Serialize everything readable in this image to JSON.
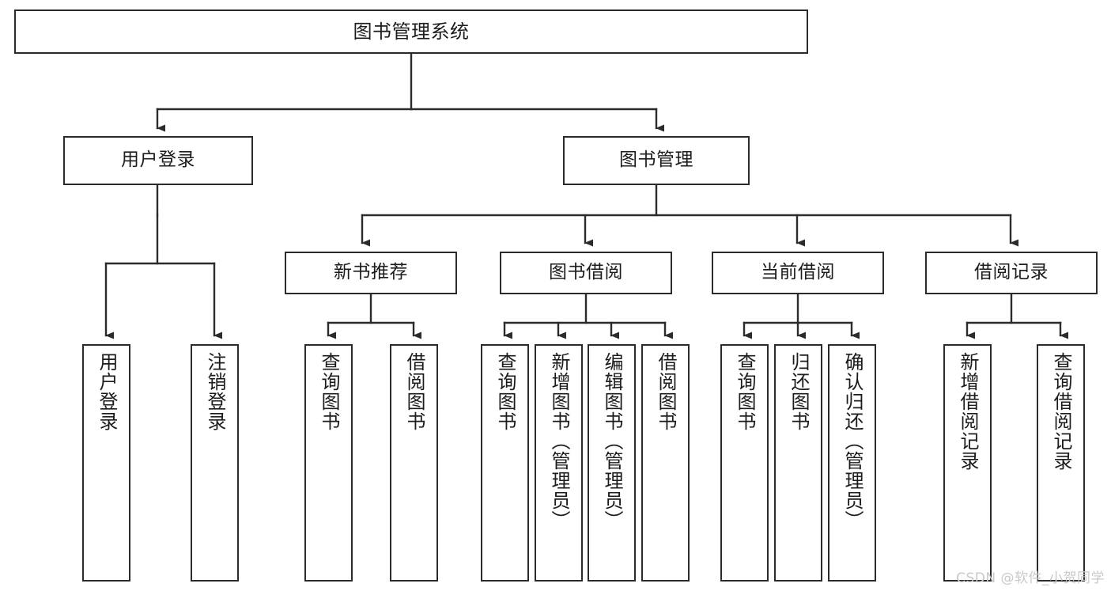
{
  "diagram": {
    "title": "图书管理系统",
    "type": "tree",
    "watermark": "CSDN @软件_小贺同学",
    "colors": {
      "stroke": "#2b2b2b",
      "fill": "#ffffff",
      "text": "#1c1c1c",
      "watermark": "#c9c9c9"
    },
    "nodes": {
      "root": {
        "label": "图书管理系统",
        "orientation": "horizontal"
      },
      "level1": [
        {
          "id": "user-login",
          "label": "用户登录",
          "orientation": "horizontal"
        },
        {
          "id": "book-manage",
          "label": "图书管理",
          "orientation": "horizontal"
        }
      ],
      "level2": [
        {
          "id": "new-book-recommend",
          "label": "新书推荐",
          "orientation": "horizontal"
        },
        {
          "id": "book-borrow",
          "label": "图书借阅",
          "orientation": "horizontal"
        },
        {
          "id": "current-borrow",
          "label": "当前借阅",
          "orientation": "horizontal"
        },
        {
          "id": "borrow-record",
          "label": "借阅记录",
          "orientation": "horizontal"
        }
      ],
      "leaves": [
        {
          "id": "leaf-user-login",
          "label": "用户登录",
          "parent": "user-login",
          "orientation": "vertical"
        },
        {
          "id": "leaf-logout-login",
          "label": "注销登录",
          "parent": "user-login",
          "orientation": "vertical"
        },
        {
          "id": "leaf-query-book-1",
          "label": "查询图书",
          "parent": "new-book-recommend",
          "orientation": "vertical"
        },
        {
          "id": "leaf-borrow-book-1",
          "label": "借阅图书",
          "parent": "new-book-recommend",
          "orientation": "vertical"
        },
        {
          "id": "leaf-query-book-2",
          "label": "查询图书",
          "parent": "book-borrow",
          "orientation": "vertical"
        },
        {
          "id": "leaf-add-book",
          "label": "新增图书（管理员）",
          "parent": "book-borrow",
          "orientation": "vertical"
        },
        {
          "id": "leaf-edit-book",
          "label": "编辑图书（管理员）",
          "parent": "book-borrow",
          "orientation": "vertical"
        },
        {
          "id": "leaf-borrow-book-2",
          "label": "借阅图书",
          "parent": "book-borrow",
          "orientation": "vertical"
        },
        {
          "id": "leaf-query-book-3",
          "label": "查询图书",
          "parent": "current-borrow",
          "orientation": "vertical"
        },
        {
          "id": "leaf-return-book",
          "label": "归还图书",
          "parent": "current-borrow",
          "orientation": "vertical"
        },
        {
          "id": "leaf-confirm-return",
          "label": "确认归还（管理员）",
          "parent": "current-borrow",
          "orientation": "vertical"
        },
        {
          "id": "leaf-add-record",
          "label": "新增借阅记录",
          "parent": "borrow-record",
          "orientation": "vertical"
        },
        {
          "id": "leaf-query-record",
          "label": "查询借阅记录",
          "parent": "borrow-record",
          "orientation": "vertical"
        }
      ]
    }
  }
}
